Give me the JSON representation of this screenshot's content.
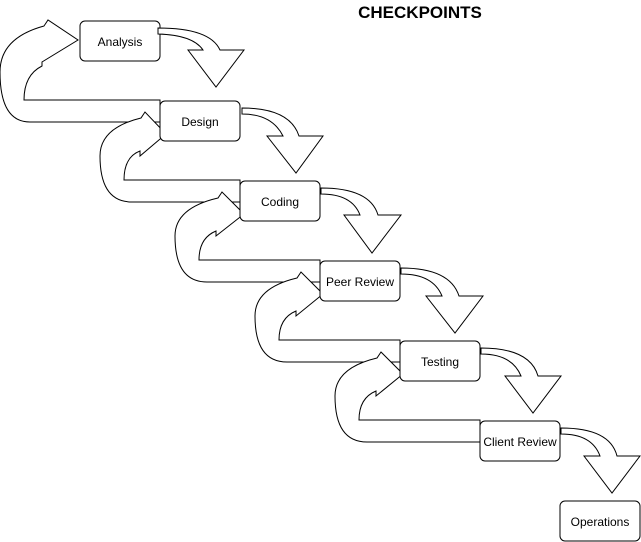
{
  "title": "CHECKPOINTS",
  "steps": [
    {
      "label": "Analysis"
    },
    {
      "label": "Design"
    },
    {
      "label": "Coding"
    },
    {
      "label": "Peer Review"
    },
    {
      "label": "Testing"
    },
    {
      "label": "Client Review"
    },
    {
      "label": "Operations"
    }
  ],
  "colors": {
    "stroke": "#000000",
    "fill": "#ffffff",
    "background": "#ffffff"
  }
}
